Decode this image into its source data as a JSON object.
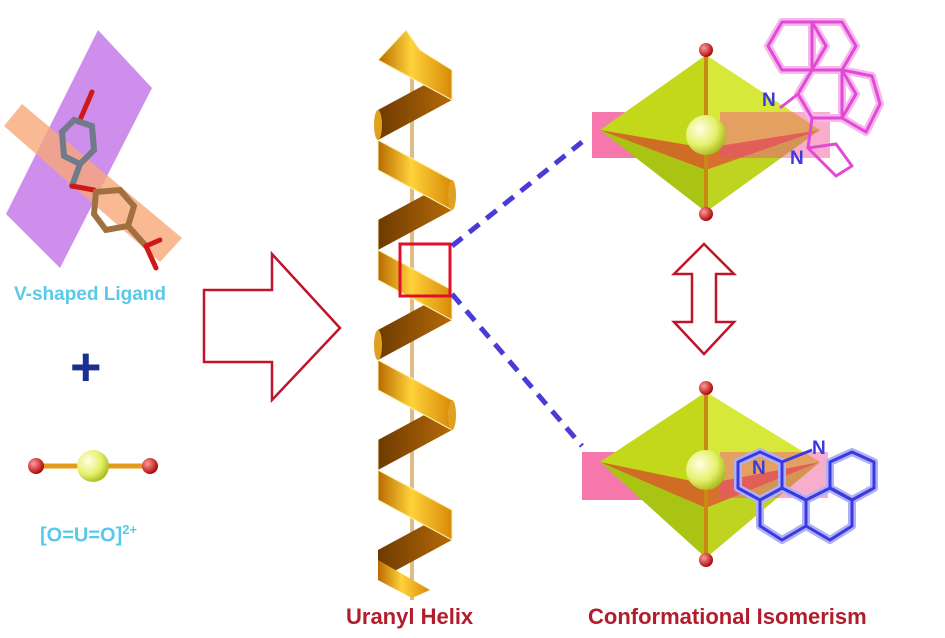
{
  "labels": {
    "ligand": "V-shaped Ligand",
    "plus": "+",
    "uranyl_ion_base": "[O=U=O]",
    "uranyl_ion_charge": "2+",
    "helix": "Uranyl Helix",
    "isomerism": "Conformational Isomerism",
    "nitrogen": "N"
  },
  "colors": {
    "label_blue": "#59c9ea",
    "caption_red": "#b21d2c",
    "plus_navy": "#1a2f8f",
    "helix_gold": "#f5b21e",
    "octahedron_green": "#c7dc1c",
    "equatorial_pink": "#f2478a",
    "dashed_connector": "#4a3bd6",
    "phen_pink": "#e24ad6",
    "phen_blue": "#3a3ae0"
  }
}
